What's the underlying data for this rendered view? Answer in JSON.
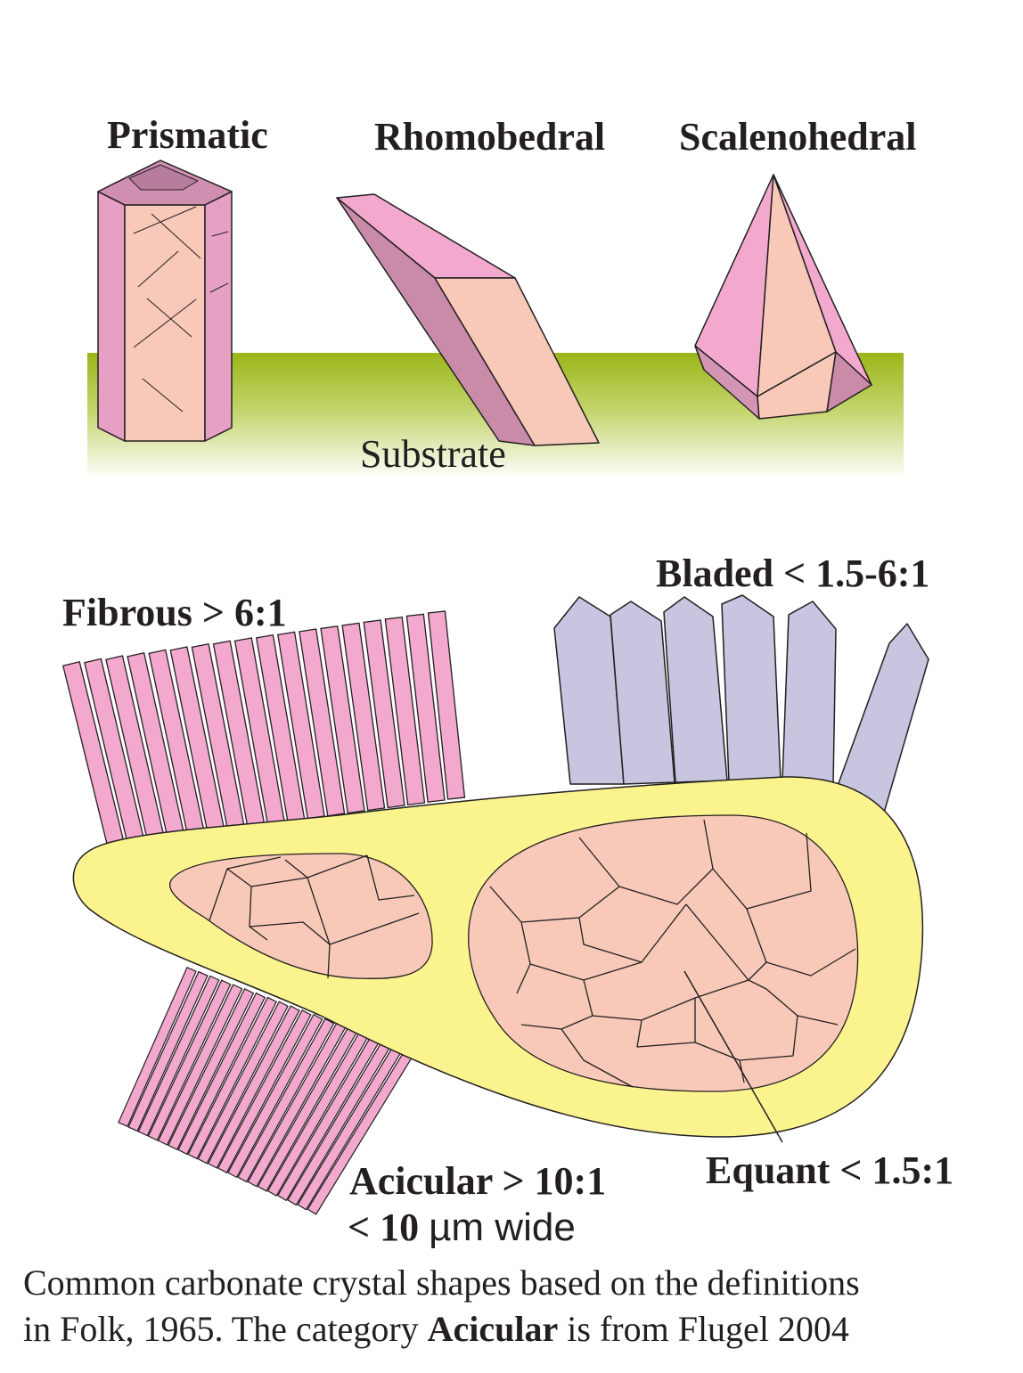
{
  "colors": {
    "pink_light": "#f8c9b8",
    "pink_face": "#f2a9cd",
    "pink_dark": "#c98ba7",
    "substrate_green": "#9ab619",
    "lavender": "#c8c5e0",
    "yellow": "#fbf48e",
    "stroke": "#231f20"
  },
  "labels": {
    "prismatic": "Prismatic",
    "rhombohedral": "Rhomobedral",
    "scalenohedral": "Scalenohedral",
    "substrate": "Substrate",
    "bladed": "Bladed < 1.5-6:1",
    "fibrous": "Fibrous > 6:1",
    "acicular": "Acicular > 10:1",
    "acicular_width_prefix": "< 10 ",
    "acicular_width_unit": "µm wide",
    "equant": "Equant < 1.5:1"
  },
  "caption": {
    "line1": "Common carbonate crystal shapes based on the definitions",
    "line2_pre": "in Folk, 1965. The category ",
    "line2_bold": "Acicular",
    "line2_post": " is from Flugel 2004"
  }
}
